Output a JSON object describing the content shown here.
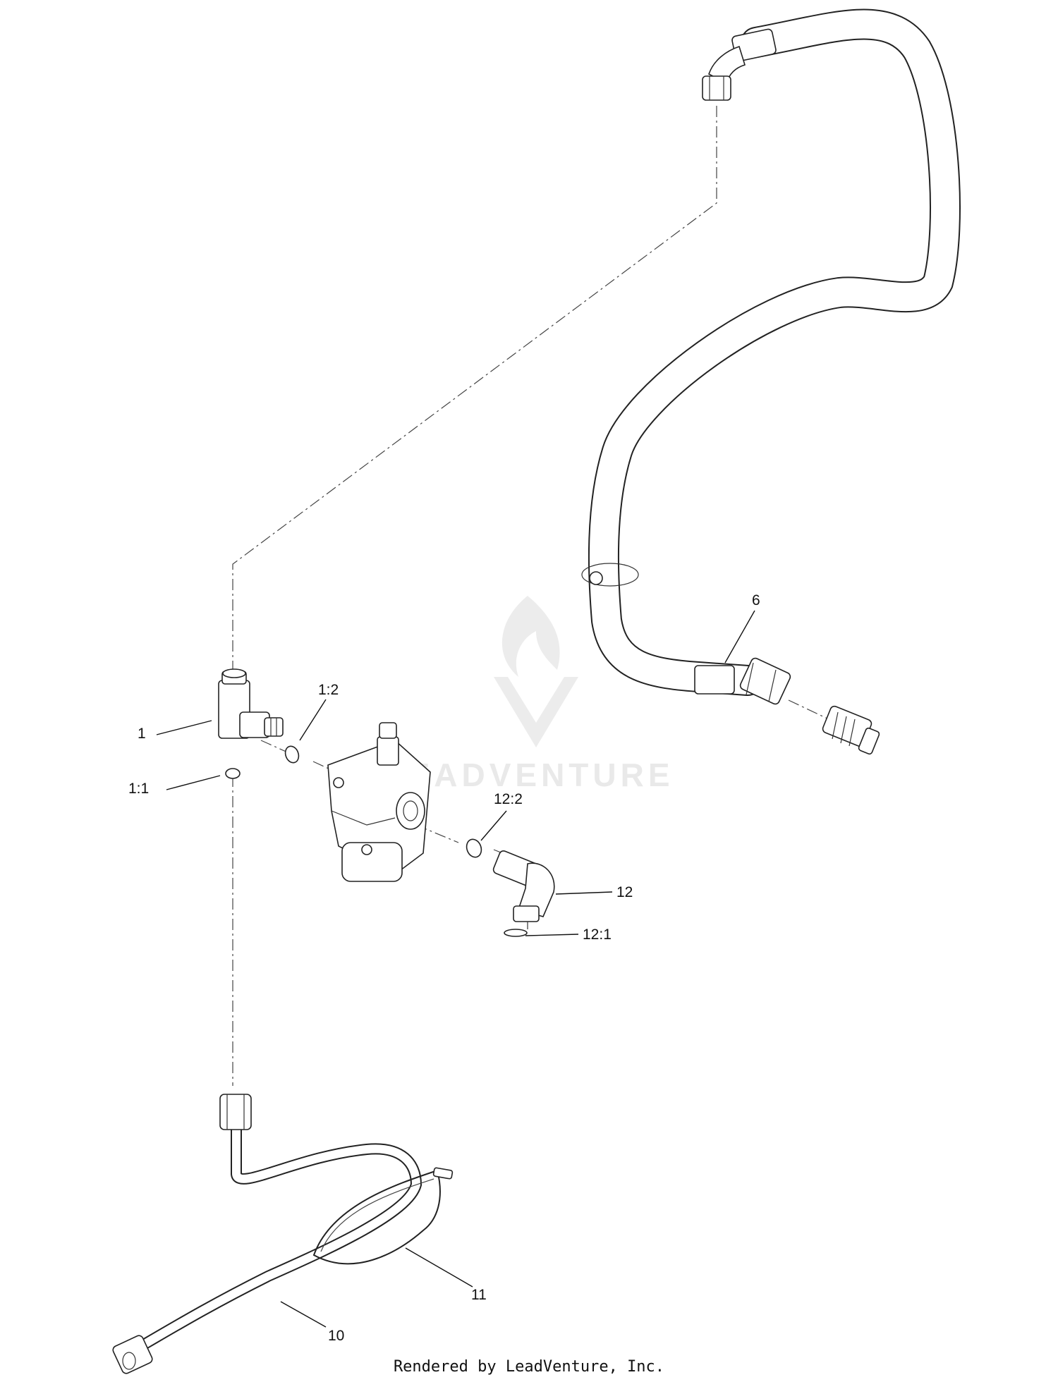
{
  "watermark": {
    "text": "LEADVENTURE",
    "icon": "leadventure-flame-logo-icon"
  },
  "callouts": {
    "c1": "1",
    "c1_1": "1:1",
    "c1_2": "1:2",
    "c6": "6",
    "c10": "10",
    "c11": "11",
    "c12": "12",
    "c12_1": "12:1",
    "c12_2": "12:2"
  },
  "footer": {
    "credit": "Rendered by LeadVenture, Inc."
  }
}
